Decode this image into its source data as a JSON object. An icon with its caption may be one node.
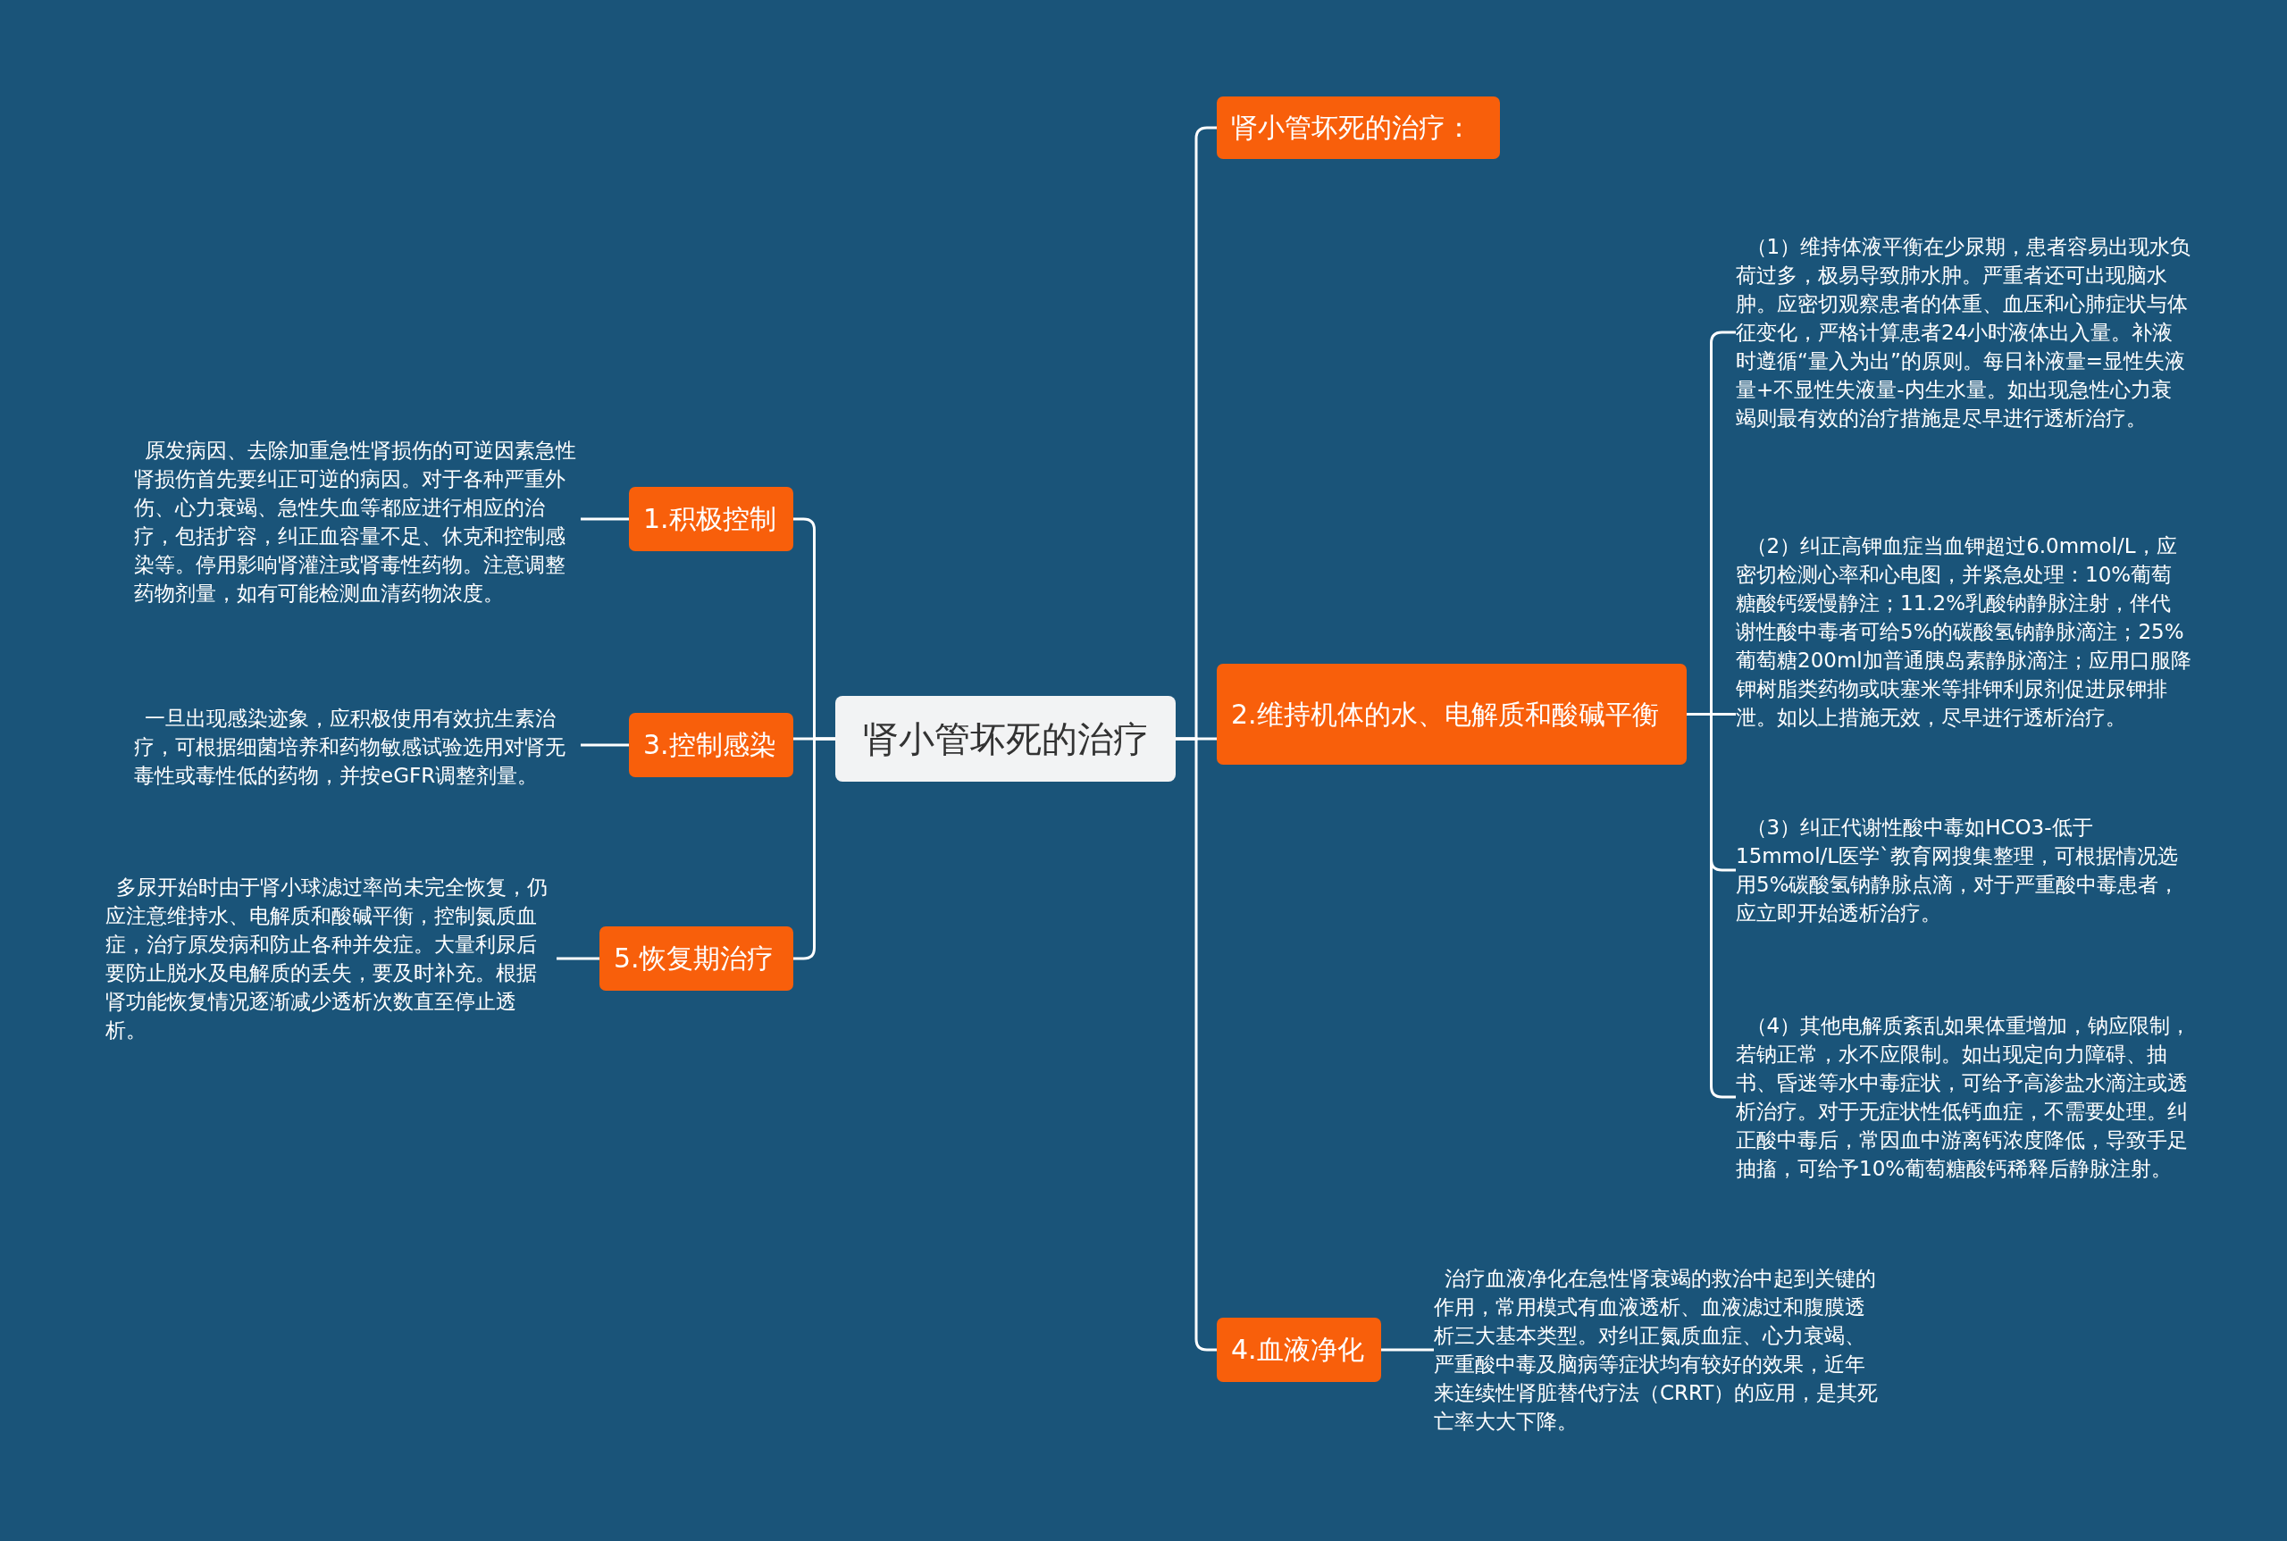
{
  "diagram": {
    "nodes": [
      {
        "text": [
          "肾小管坏死的治疗"
        ]
      },
      {
        "text": [
          "1.积极控制"
        ]
      },
      {
        "text": [
          "原发病因、去除加重急性肾损伤的可逆因素急性肾损伤首先要纠正可逆的病因。对于各种严重外伤、心力衰竭、急性失血等都应进行相应的治疗，包括扩容，纠正血容量不足、休克和控制感染等。停用影响肾灌注或肾毒性药物。注意调整药物剂量，如有可能检测血清药物浓度。"
        ]
      },
      {
        "text": [
          "3.控制感染"
        ]
      },
      {
        "text": [
          "一旦出现感染迹象，应积极使用有效抗生素治疗，可根据细菌培养和药物敏感试验选用对肾无毒性或毒性低的药物，并按eGFR调整剂量。"
        ]
      },
      {
        "text": [
          "5.恢复期治疗"
        ]
      },
      {
        "text": [
          "多尿开始时由于肾小球滤过率尚未完全恢复，仍应注意维持水、电解质和酸碱平衡，控制氮质血症，治疗原发病和防止各种并发症。大量利尿后要防止脱水及电解质的丢失，要及时补充。根据肾功能恢复情况逐渐减少透析次数直至停止透析。"
        ]
      },
      {
        "text": [
          "肾小管坏死的治疗："
        ]
      },
      {
        "text": [
          "2.维持机体的水、电解质和酸碱平衡"
        ]
      },
      {
        "text": [
          "（1）维持体液平衡在少尿期，患者容易出现水负荷过多，极易导致肺水肿。严重者还可出现脑水肿。应密切观察患者的体重、血压和心肺症状与体征变化，严格计算患者24小时液体出入量。补液时遵循“量入为出”的原则。每日补液量=显性失液量+不显性失液量-内生水量。如出现急性心力衰竭则最有效的治疗措施是尽早进行透析治疗。"
        ]
      },
      {
        "text": [
          "（2）纠正高钾血症当血钾超过6.0mmol/L，应密切检测心率和心电图，并紧急处理：10%葡萄糖酸钙缓慢静注；11.2%乳酸钠静脉注射，伴代谢性酸中毒者可给5%的碳酸氢钠静脉滴注；25%葡萄糖200ml加普通胰岛素静脉滴注；应用口服降钾树脂类药物或呋塞米等排钾利尿剂促进尿钾排泄。如以上措施无效，尽早进行透析治疗。"
        ]
      },
      {
        "text": [
          "（3）纠正代谢性酸中毒如HCO3-低于15mmol/L医学`教育网搜集整理，可根据情况选用5%碳酸氢钠静脉点滴，对于严重酸中毒患者，应立即开始透析治疗。"
        ]
      },
      {
        "text": [
          "（4）其他电解质紊乱如果体重增加，钠应限制，若钠正常，水不应限制。如出现定向力障碍、抽书、昏迷等水中毒症状，可给予高渗盐水滴注或透析治疗。对于无症状性低钙血症，不需要处理。纠正酸中毒后，常因血中游离钙浓度降低，导致手足抽搐，可给予10%葡萄糖酸钙稀释后静脉注射。"
        ]
      },
      {
        "text": [
          "4.血液净化"
        ]
      },
      {
        "text": [
          "治疗血液净化在急性肾衰竭的救治中起到关键的作用，常用模式有血液透析、血液滤过和腹膜透析三大基本类型。对纠正氮质血症、心力衰竭、严重酸中毒及脑病等症状均有较好的效果，近年来连续性肾脏替代疗法（CRRT）的应用，是其死亡率大大下降。"
        ]
      }
    ],
    "edges": [
      {
        "from": 0,
        "to": 1,
        "arrow": "none"
      },
      {
        "from": 0,
        "to": 3,
        "arrow": "none"
      },
      {
        "from": 0,
        "to": 5,
        "arrow": "none"
      },
      {
        "from": 1,
        "to": 2,
        "arrow": "none"
      },
      {
        "from": 3,
        "to": 4,
        "arrow": "none"
      },
      {
        "from": 5,
        "to": 6,
        "arrow": "none"
      },
      {
        "from": 0,
        "to": 7,
        "arrow": "none"
      },
      {
        "from": 0,
        "to": 8,
        "arrow": "none"
      },
      {
        "from": 0,
        "to": 13,
        "arrow": "none"
      },
      {
        "from": 8,
        "to": 9,
        "arrow": "none"
      },
      {
        "from": 8,
        "to": 10,
        "arrow": "none"
      },
      {
        "from": 8,
        "to": 11,
        "arrow": "none"
      },
      {
        "from": 8,
        "to": 12,
        "arrow": "none"
      },
      {
        "from": 13,
        "to": 14,
        "arrow": "none"
      }
    ]
  }
}
